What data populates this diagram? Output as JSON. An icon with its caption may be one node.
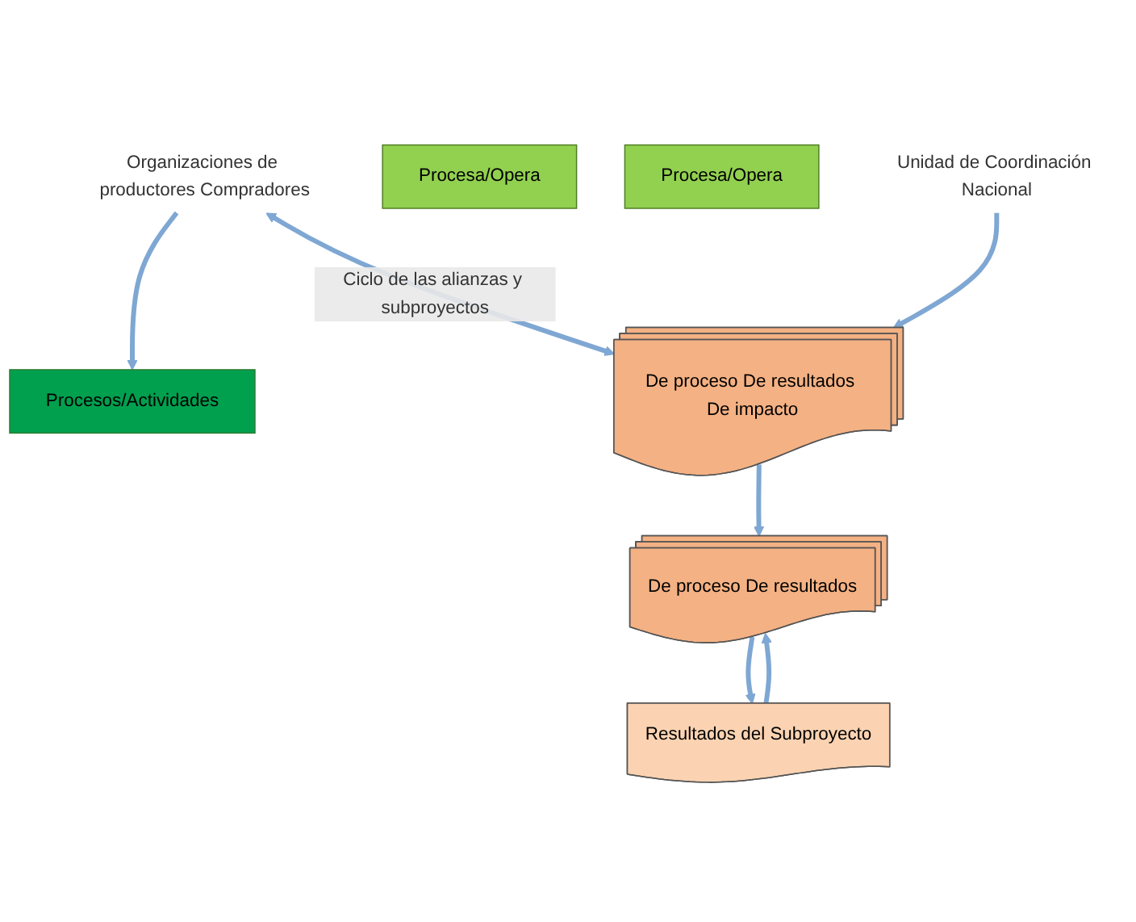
{
  "diagram": {
    "nodes": [
      {
        "text": [
          "Organizaciones de productores Compradores"
        ]
      },
      {
        "text": [
          "Procesos/Actividades"
        ]
      },
      {
        "text": [
          "Resultados del Subproyecto"
        ]
      },
      {
        "text": [
          "Procesa/Opera"
        ]
      },
      {
        "text": [
          "De proceso De resultados"
        ]
      },
      {
        "text": [
          "Procesa/Opera"
        ]
      },
      {
        "text": [
          "De proceso De resultados De impacto"
        ]
      },
      {
        "text": [
          "Unidad de Coordinación Nacional"
        ]
      }
    ],
    "edges": [
      {
        "from": 0,
        "to": 1,
        "arrow": "to"
      },
      {
        "from": 2,
        "to": 4,
        "arrow": "to"
      },
      {
        "from": 4,
        "to": 2,
        "arrow": "to"
      },
      {
        "from": 6,
        "to": 4,
        "arrow": "to"
      },
      {
        "from": 7,
        "to": 6,
        "arrow": "to"
      },
      {
        "from": 0,
        "to": 6,
        "arrow": "both",
        "label": "Ciclo de las alianzas y subproyectos"
      }
    ]
  }
}
